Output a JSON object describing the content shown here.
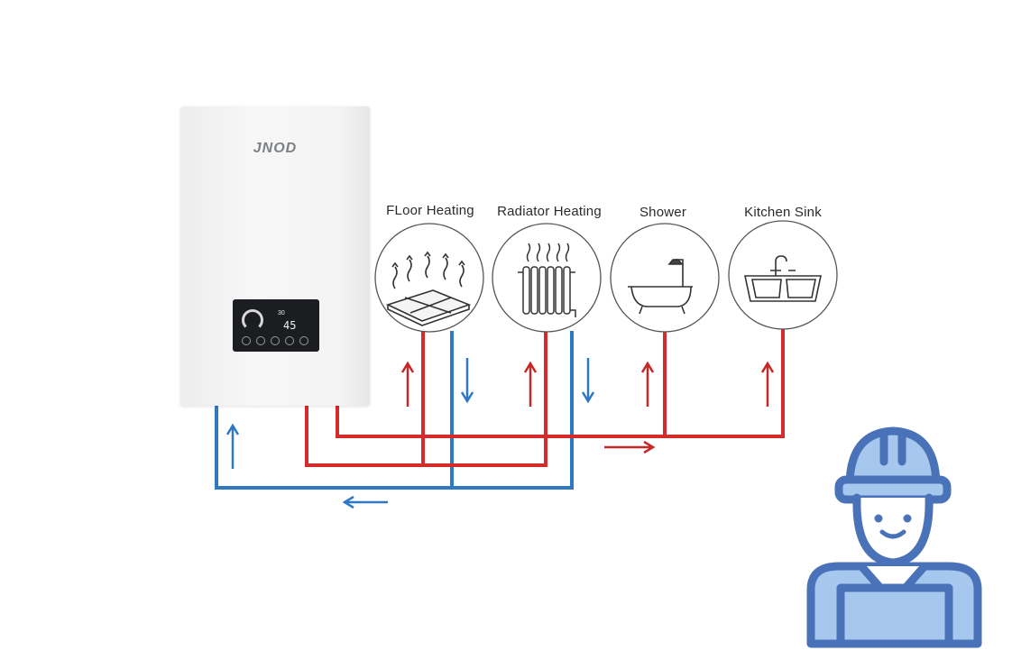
{
  "boiler": {
    "brand": "JNOD",
    "display_main": "45",
    "display_sub": "30"
  },
  "outlets": [
    {
      "label": "FLoor Heating",
      "icon": "floor-heating-icon"
    },
    {
      "label": "Radiator Heating",
      "icon": "radiator-icon"
    },
    {
      "label": "Shower",
      "icon": "bathtub-shower-icon"
    },
    {
      "label": "Kitchen Sink",
      "icon": "kitchen-sink-icon"
    }
  ],
  "colors": {
    "hot_pipe": "#d52b2b",
    "return_pipe": "#2f78c2",
    "worker_icon": "#4a72b8",
    "worker_fill": "#a7c8ee"
  },
  "worker_icon": "plumber-worker-icon"
}
